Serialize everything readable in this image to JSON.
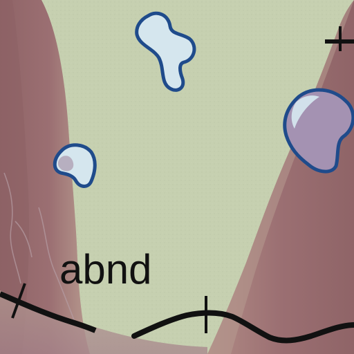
{
  "map": {
    "labels": {
      "place_label": "abnd"
    },
    "colors": {
      "background": "#c6d0b0",
      "relief_dark": "#9b6f72",
      "relief_light": "#a88a86",
      "relief_edge": "#b79a8f",
      "water_fill": "#d5e6ee",
      "water_outline": "#1f4b8b",
      "route_line": "#111111"
    },
    "features": [
      {
        "name": "left-relief-band",
        "kind": "terrain"
      },
      {
        "name": "right-relief-band",
        "kind": "terrain"
      },
      {
        "name": "lake-top",
        "kind": "water"
      },
      {
        "name": "lake-left",
        "kind": "water"
      },
      {
        "name": "lake-right",
        "kind": "water"
      },
      {
        "name": "route-line",
        "kind": "route"
      }
    ]
  }
}
